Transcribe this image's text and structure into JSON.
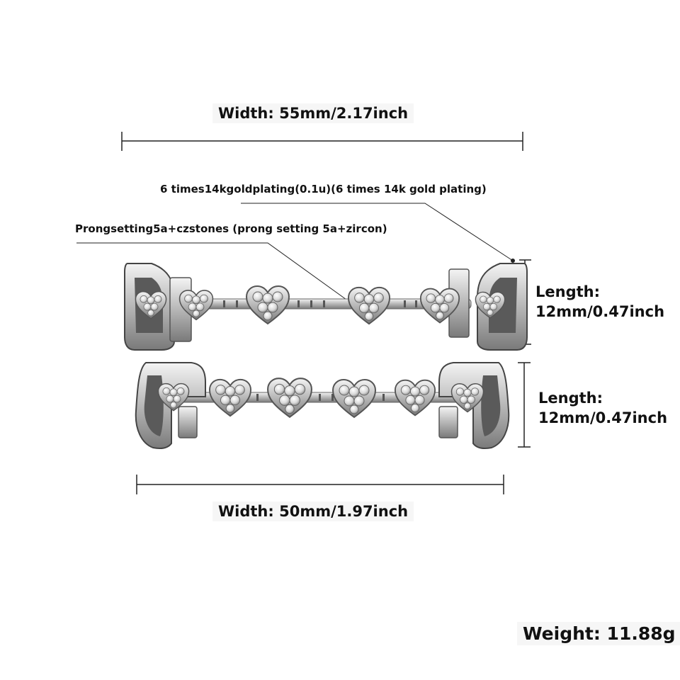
{
  "labels": {
    "top_width": "Width: 55mm/2.17inch",
    "plating": "6 times14kgoldplating(0.1u)(6 times 14k gold plating)",
    "prong": "Prongsetting5a+czstones (prong setting 5a+zircon)",
    "top_length_line1": "Length:",
    "top_length_line2": "12mm/0.47inch",
    "bottom_length_line1": "Length:",
    "bottom_length_line2": "12mm/0.47inch",
    "bottom_width": "Width: 50mm/1.97inch",
    "weight": "Weight: 11.88g"
  },
  "colors": {
    "background": "#ffffff",
    "text": "#111111",
    "line": "#222222",
    "metal": "#d8d8d8",
    "metal_dark": "#6f6f6f",
    "stone": "#eeeeee"
  }
}
